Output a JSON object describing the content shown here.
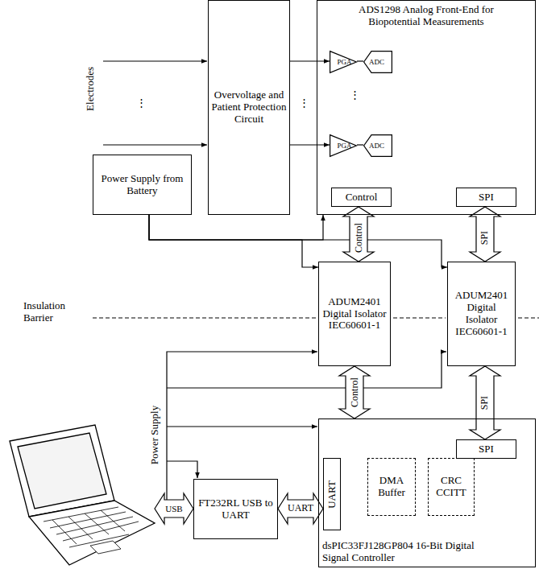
{
  "diagram": {
    "nodes": [
      {
        "text": [
          "ADS1298 Analog Front-End for Biopotential Measurements"
        ]
      },
      {
        "text": [
          "PGA"
        ],
        "in": 0
      },
      {
        "text": [
          "ADC"
        ],
        "in": 0
      },
      {
        "text": [
          "PGA"
        ],
        "in": 0
      },
      {
        "text": [
          "ADC"
        ],
        "in": 0
      },
      {
        "text": [
          "Control"
        ],
        "in": 0
      },
      {
        "text": [
          "SPI"
        ],
        "in": 0
      },
      {
        "text": [
          "Overvoltage and Patient Protection Circuit"
        ]
      },
      {
        "text": [
          "Power Supply from Battery"
        ]
      },
      {
        "text": [
          "ADUM2401 Digital Isolator IEC60601-1"
        ]
      },
      {
        "text": [
          "ADUM2401 Digital Isolator IEC60601-1"
        ]
      },
      {
        "text": [
          "dsPIC33FJ128GP804 16-Bit Digital Signal Controller"
        ]
      },
      {
        "text": [
          "SPI"
        ],
        "in": 11
      },
      {
        "text": [
          "UART"
        ],
        "in": 11
      },
      {
        "text": [
          "DMA Buffer"
        ],
        "in": 11
      },
      {
        "text": [
          "CRC CCITT"
        ],
        "in": 11
      },
      {
        "text": [
          "FT232RL USB to UART"
        ]
      }
    ],
    "edges": [
      {
        "from": 8,
        "to": 0,
        "arrow": "to"
      },
      {
        "from": 8,
        "to": 9,
        "arrow": "to"
      },
      {
        "from": 8,
        "to": 10,
        "arrow": "to"
      },
      {
        "from": 7,
        "to": 1,
        "arrow": "to"
      },
      {
        "from": 7,
        "to": 3,
        "arrow": "to"
      },
      {
        "from": 1,
        "to": 2,
        "arrow": "none"
      },
      {
        "from": 3,
        "to": 4,
        "arrow": "none"
      },
      {
        "from": 5,
        "to": 9,
        "label": "Control",
        "arrow": "both"
      },
      {
        "from": 6,
        "to": 10,
        "label": "SPI",
        "arrow": "both"
      },
      {
        "from": 9,
        "to": 11,
        "label": "Control",
        "arrow": "both"
      },
      {
        "from": 10,
        "to": 12,
        "label": "SPI",
        "arrow": "both"
      },
      {
        "from": 16,
        "to": 13,
        "label": "UART",
        "arrow": "both"
      }
    ],
    "labels": [
      "Electrodes",
      "⋮",
      "⋮",
      "⋮",
      "Insulation Barrier",
      "Power Supply",
      "USB"
    ]
  }
}
